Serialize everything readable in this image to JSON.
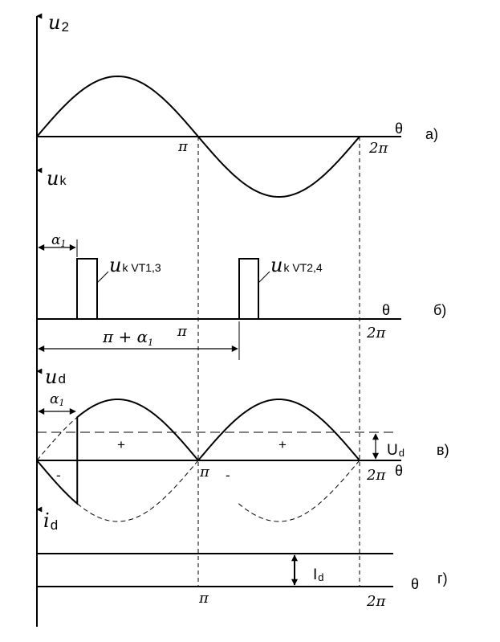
{
  "panels": {
    "a": {
      "ylabel_main": "u",
      "ylabel_sub": "2",
      "axis_theta": "θ",
      "tick_pi": "π",
      "tick_2pi": "2π",
      "panel_label": "а)"
    },
    "b": {
      "ylabel_main": "u",
      "ylabel_sub": "k",
      "alpha_main": "α",
      "alpha_sub": "1",
      "pulse1_main": "u",
      "pulse1_sub": "k VT1,3",
      "pulse2_main": "u",
      "pulse2_sub": "k VT2,4",
      "axis_theta": "θ",
      "tick_pi": "π",
      "tick_2pi": "2π",
      "span_label_main": "π + α",
      "span_label_sub": "1",
      "panel_label": "б)"
    },
    "c": {
      "ylabel_main": "u",
      "ylabel_sub": "d",
      "alpha_main": "α",
      "alpha_sub": "1",
      "plus_1": "+",
      "plus_2": "+",
      "minus_1": "-",
      "minus_2": "-",
      "avg_main": "U",
      "avg_sub": "d",
      "axis_theta": "θ",
      "tick_pi": "π",
      "tick_2pi": "2π",
      "panel_label": "в)"
    },
    "d": {
      "ylabel_main": "i",
      "ylabel_sub": "d",
      "current_main": "I",
      "current_sub": "d",
      "axis_theta": "θ",
      "tick_pi": "π",
      "tick_2pi": "2π",
      "panel_label": "г)"
    }
  }
}
